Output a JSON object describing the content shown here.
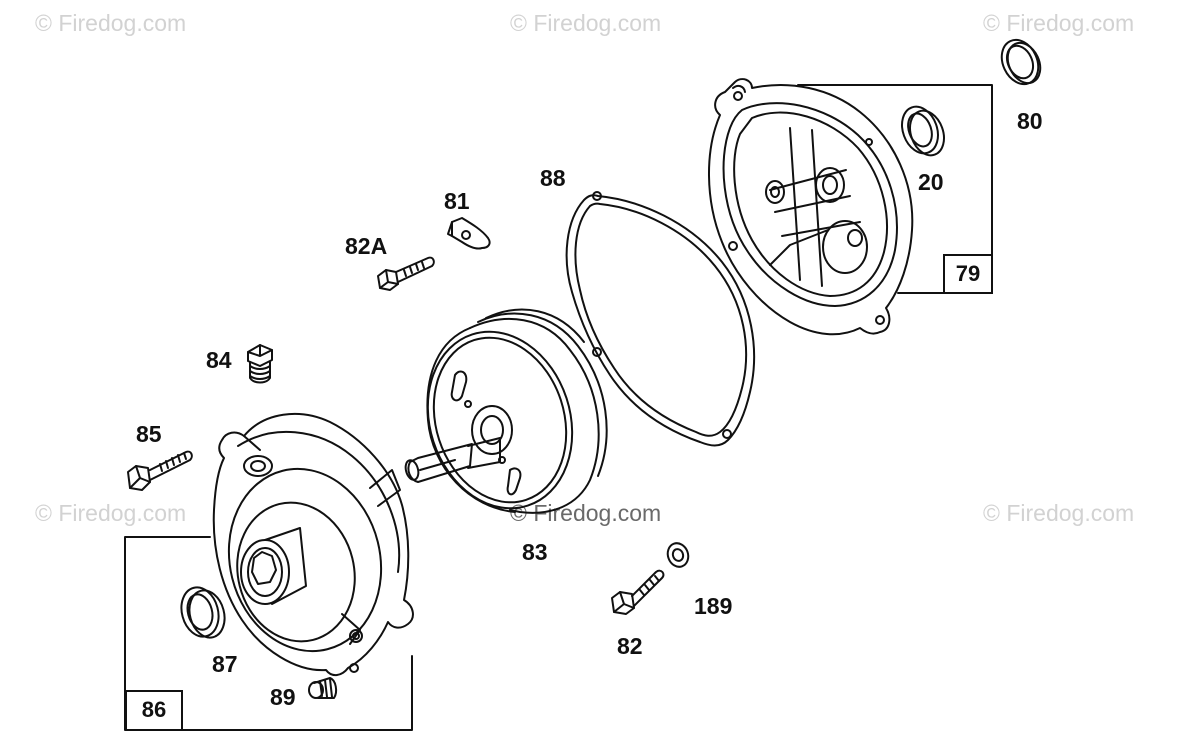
{
  "watermark": {
    "text": "© Firedog.com"
  },
  "callouts": {
    "p80": "80",
    "p20": "20",
    "p79": "79",
    "p88": "88",
    "p81": "81",
    "p82a": "82A",
    "p84": "84",
    "p85": "85",
    "p83": "83",
    "p86": "86",
    "p87": "87",
    "p89": "89",
    "p82": "82",
    "p189": "189"
  },
  "colors": {
    "line": "#111111",
    "watermark": "#d2d2d2"
  }
}
